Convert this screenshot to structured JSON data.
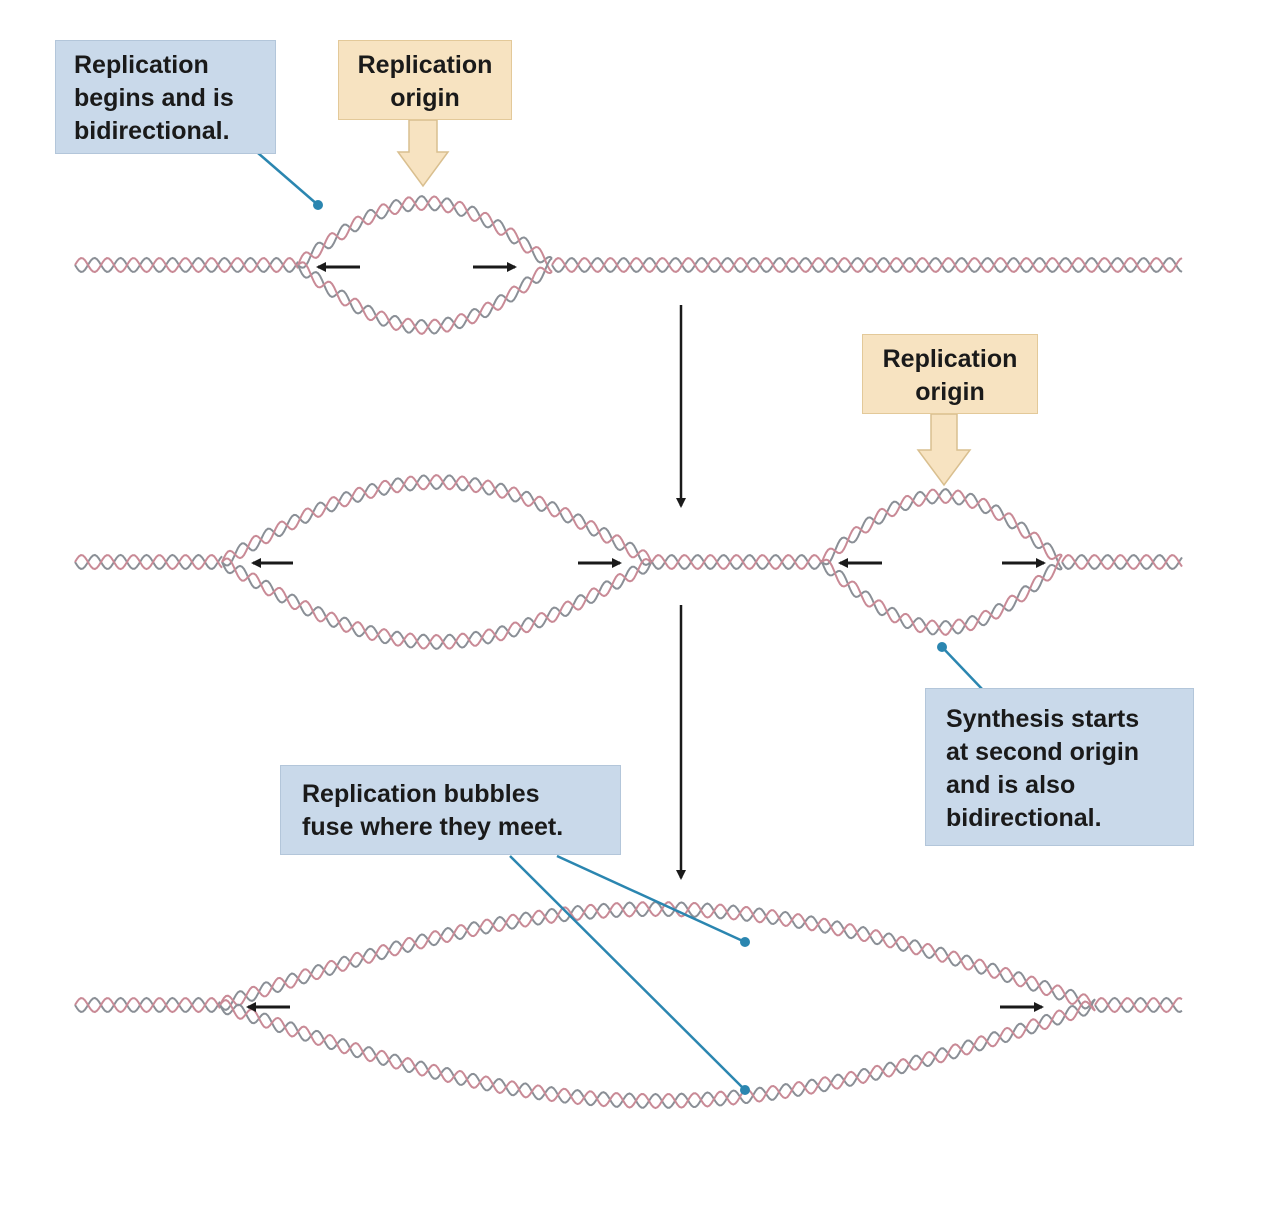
{
  "labels": {
    "begins": [
      "Replication",
      "begins and is",
      "bidirectional."
    ],
    "origin_1": [
      "Replication",
      "origin"
    ],
    "origin_2": [
      "Replication",
      "origin"
    ],
    "second_origin": [
      "Synthesis starts",
      "at second origin",
      "and is also",
      "bidirectional."
    ],
    "fuse": [
      "Replication bubbles",
      "fuse where they meet."
    ]
  },
  "colors": {
    "strand_parent": "#8a8f96",
    "strand_new": "#c98a96",
    "leader": "#2b86b0",
    "blue_box": "#c9d9ea",
    "tan_box": "#f7e3c1",
    "arrow": "#1a1a1a"
  }
}
